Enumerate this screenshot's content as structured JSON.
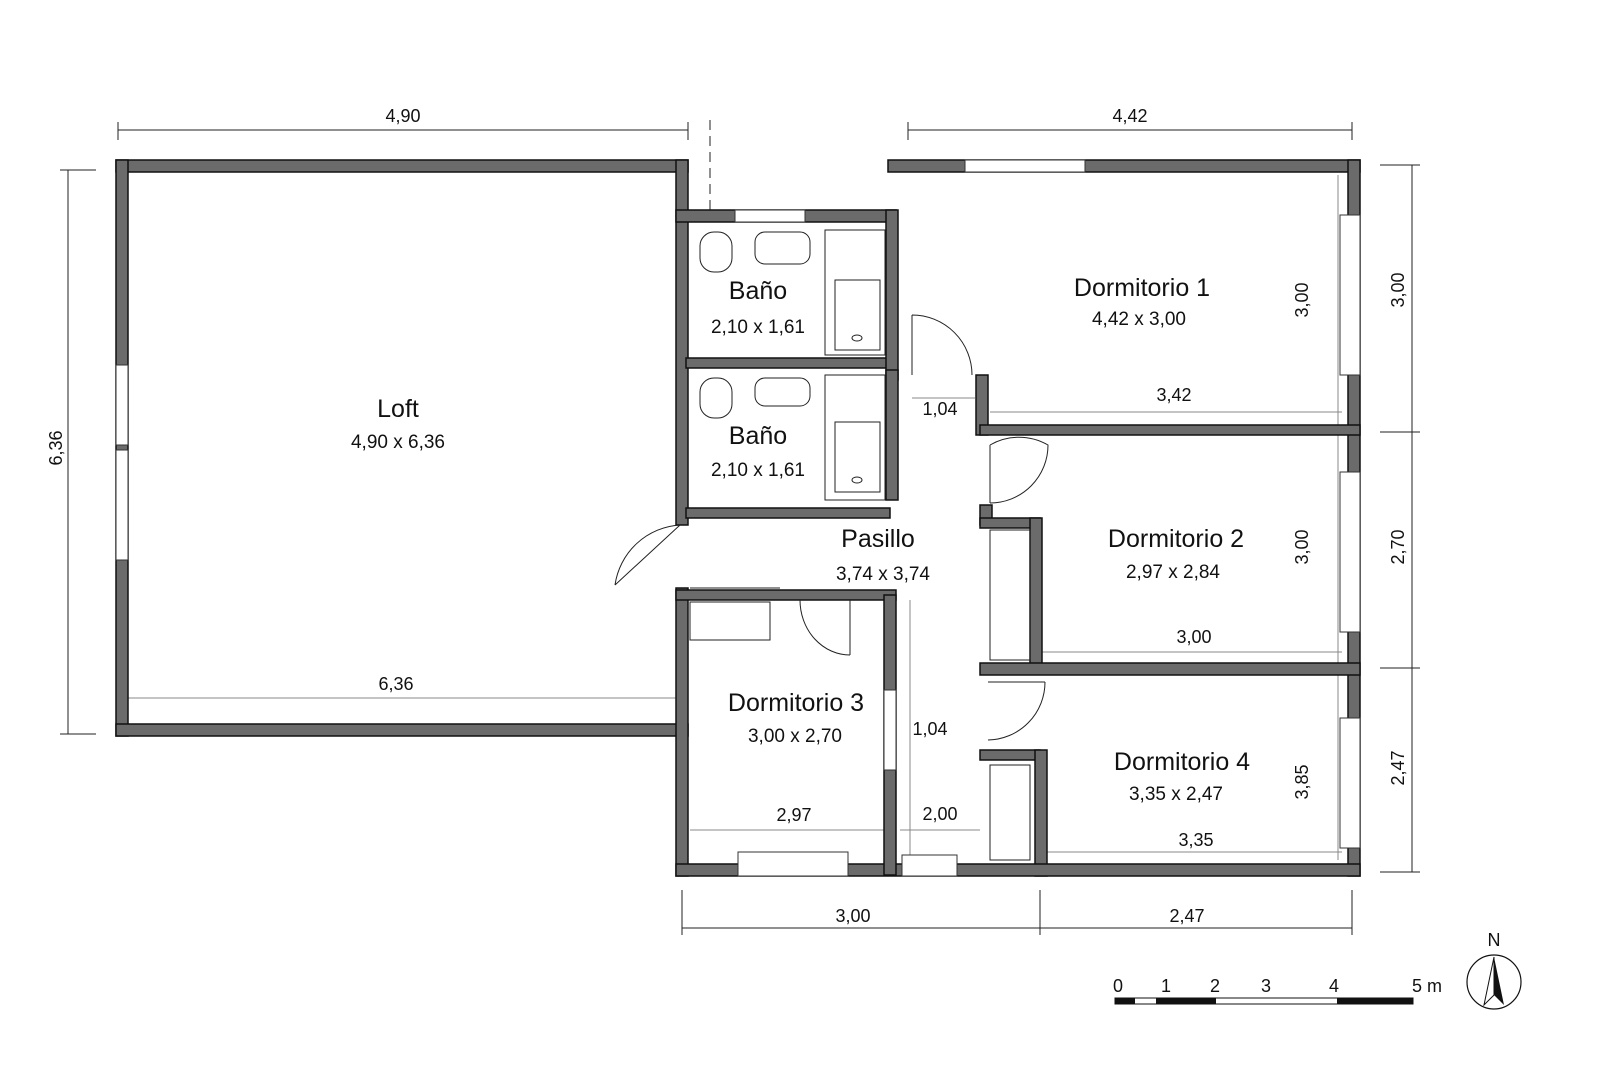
{
  "rooms": {
    "loft": {
      "name": "Loft",
      "size": "4,90 x 6,36"
    },
    "bano1": {
      "name": "Baño",
      "size": "2,10 x 1,61"
    },
    "bano2": {
      "name": "Baño",
      "size": "2,10 x 1,61"
    },
    "pasillo": {
      "name": "Pasillo",
      "size": "3,74 x 3,74"
    },
    "dorm1": {
      "name": "Dormitorio 1",
      "size": "4,42 x 3,00"
    },
    "dorm2": {
      "name": "Dormitorio 2",
      "size": "2,97 x 2,84"
    },
    "dorm3": {
      "name": "Dormitorio 3",
      "size": "3,00 x 2,70"
    },
    "dorm4": {
      "name": "Dormitorio 4",
      "size": "3,35 x 2,47"
    }
  },
  "dimensions": {
    "top_left": "4,90",
    "top_right": "4,42",
    "left": "6,36",
    "loft_inner": "6,36",
    "right_1": "3,00",
    "right_2": "2,70",
    "right_3": "2,47",
    "bottom_1": "3,00",
    "bottom_2": "2,47",
    "d1_width": "3,42",
    "d1_height": "3,00",
    "d2_width": "3,00",
    "d2_height": "3,00",
    "d3_width": "2,97",
    "d4_width": "3,35",
    "d4_height": "3,85",
    "door_1": "1,04",
    "corridor_1": "1,04",
    "corridor_2": "2,00"
  },
  "scale_bar": {
    "ticks": [
      "0",
      "1",
      "2",
      "3",
      "4",
      "5 m"
    ]
  },
  "north": "N"
}
